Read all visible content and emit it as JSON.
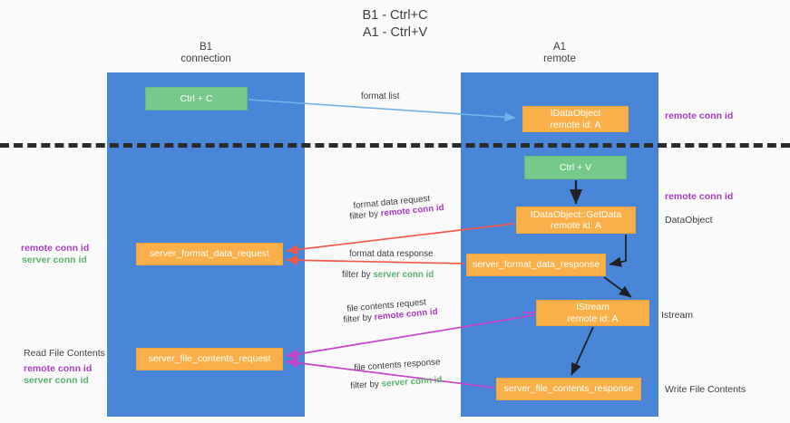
{
  "title": {
    "line1": "B1 - Ctrl+C",
    "line2": "A1 - Ctrl+V"
  },
  "lanes": [
    {
      "id": "b1",
      "name": "B1",
      "subtitle": "connection",
      "color": "#4a86d8"
    },
    {
      "id": "a1",
      "name": "A1",
      "subtitle": "remote",
      "color": "#4a86d8"
    }
  ],
  "nodes": {
    "ctrl_c": {
      "line1": "Ctrl + C",
      "line2": "",
      "color": "#77c98a"
    },
    "idataobject": {
      "line1": "IDataObject",
      "line2": "remote id: A",
      "color": "#fbb04a"
    },
    "ctrl_v": {
      "line1": "Ctrl + V",
      "line2": "",
      "color": "#77c98a"
    },
    "getdata": {
      "line1": "IDataObject::GetData",
      "line2": "remote id: A",
      "color": "#fbb04a"
    },
    "server_format_data_request": {
      "line1": "server_format_data_request",
      "line2": "",
      "color": "#fbb04a"
    },
    "server_format_data_response": {
      "line1": "server_format_data_response",
      "line2": "",
      "color": "#fbb04a"
    },
    "istream": {
      "line1": "IStream",
      "line2": "remote id: A",
      "color": "#fbb04a"
    },
    "server_file_contents_request": {
      "line1": "server_file_contents_request",
      "line2": "",
      "color": "#fbb04a"
    },
    "server_file_contents_response": {
      "line1": "server_file_contents_response",
      "line2": "",
      "color": "#fbb04a"
    }
  },
  "right_labels": {
    "remote_conn_id_1": "remote conn id",
    "remote_conn_id_2": "remote conn id",
    "dataobject": "DataObject",
    "istream": "Istream",
    "write_file_contents": "Write File Contents"
  },
  "left_labels": {
    "remote_conn_id": "remote conn id",
    "server_conn_id": "server conn id",
    "read_file_contents": "Read File Contents",
    "remote_conn_id_2": "remote conn id",
    "server_conn_id_2": "server conn id"
  },
  "edge_labels": {
    "format_list": "format list",
    "format_data_request": "format data request",
    "filter_by_remote_prefix_1": "filter by ",
    "filter_by_remote_value_1": "remote conn id",
    "format_data_response": "format data response",
    "filter_by_server_prefix_1": "filter by ",
    "filter_by_server_value_1": "server conn id",
    "file_contents_request": "file contents request",
    "filter_by_remote_prefix_2": "filter by ",
    "filter_by_remote_value_2": "remote conn id",
    "file_contents_response": "file contents response",
    "filter_by_server_prefix_2": "filter by ",
    "filter_by_server_value_2": "server conn id"
  },
  "colors": {
    "lane": "#4a86d8",
    "green_node": "#77c98a",
    "orange_node": "#fbb04a",
    "purple_text": "#a83ec0",
    "green_text": "#5cb270",
    "arrow_blue": "#74b3e8",
    "arrow_red": "#f0584a",
    "arrow_magenta": "#c742c7",
    "arrow_black": "#202124",
    "divider": "#2b2b2b",
    "background": "#fafafa"
  }
}
